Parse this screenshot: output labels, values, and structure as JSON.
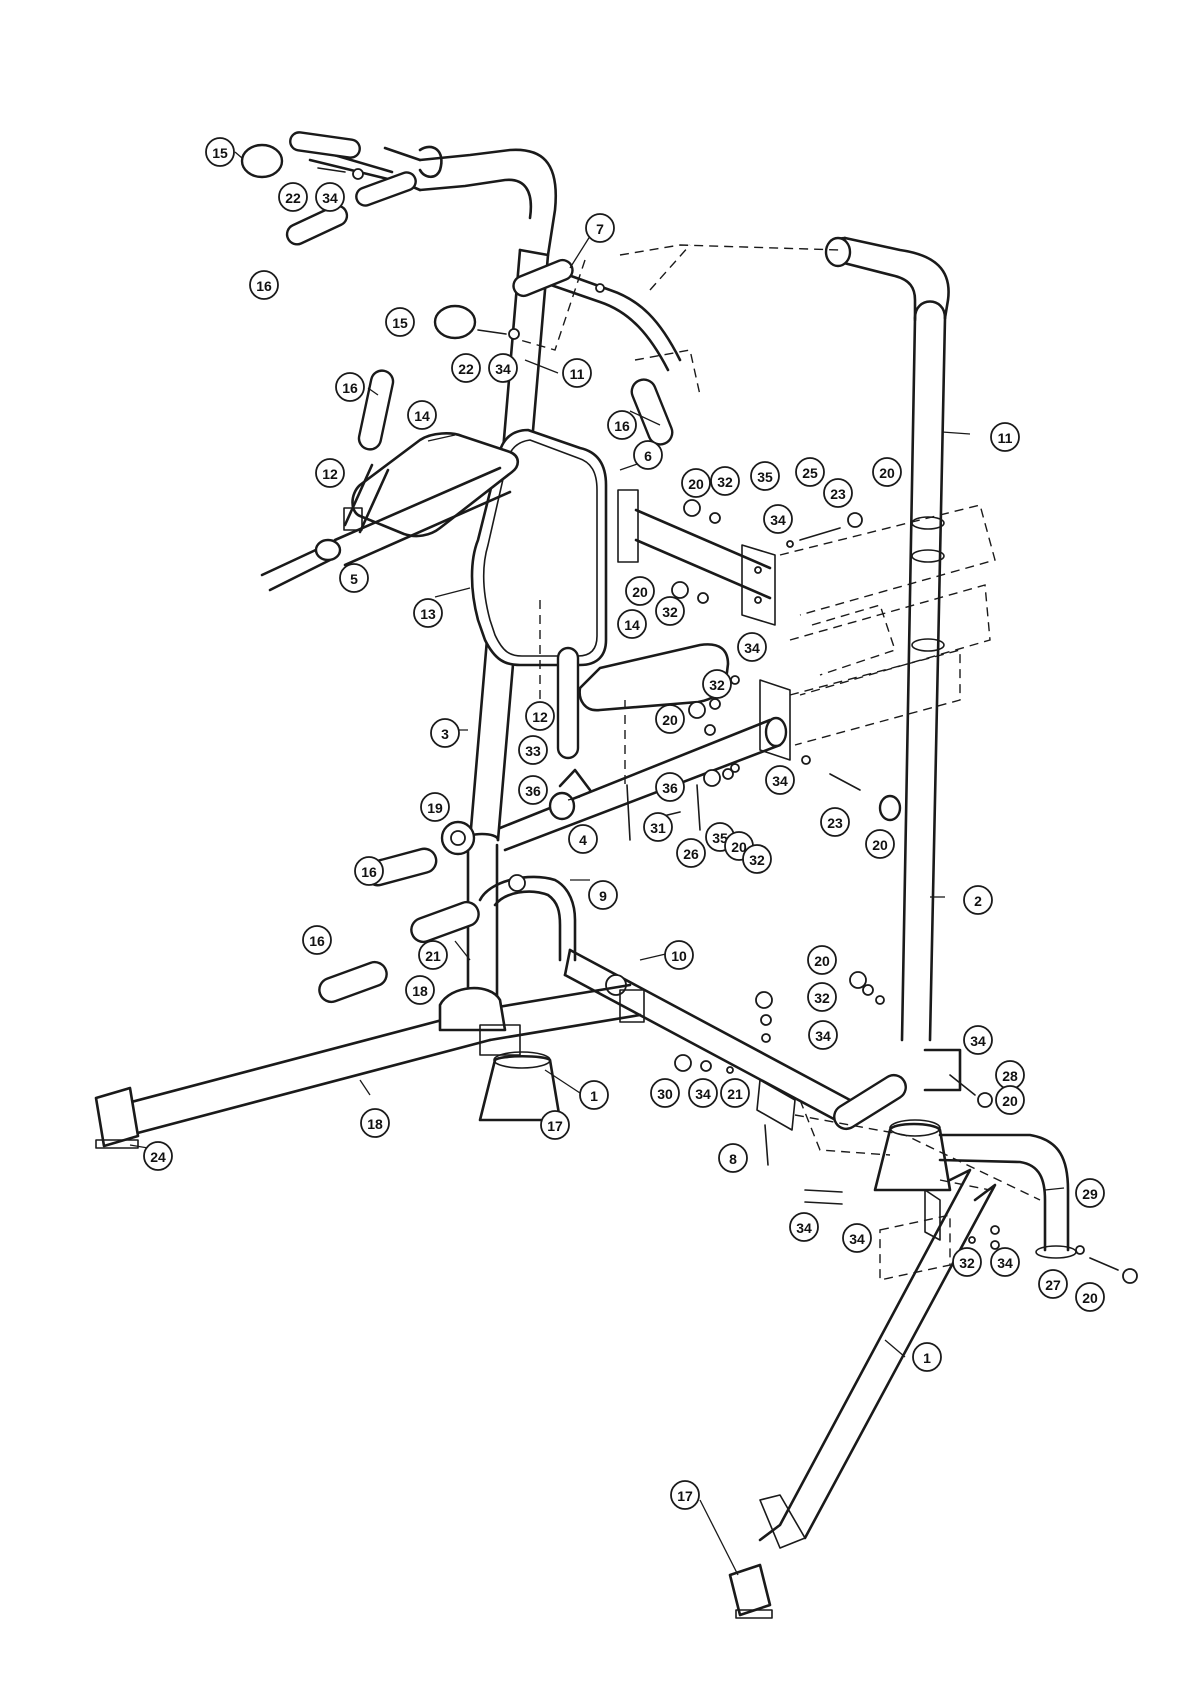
{
  "diagram": {
    "callouts": [
      {
        "label": "15"
      },
      {
        "label": "22"
      },
      {
        "label": "34"
      },
      {
        "label": "16"
      },
      {
        "label": "7"
      },
      {
        "label": "15"
      },
      {
        "label": "22"
      },
      {
        "label": "34"
      },
      {
        "label": "11"
      },
      {
        "label": "16"
      },
      {
        "label": "16"
      },
      {
        "label": "14"
      },
      {
        "label": "12"
      },
      {
        "label": "5"
      },
      {
        "label": "13"
      },
      {
        "label": "6"
      },
      {
        "label": "20"
      },
      {
        "label": "32"
      },
      {
        "label": "35"
      },
      {
        "label": "25"
      },
      {
        "label": "23"
      },
      {
        "label": "20"
      },
      {
        "label": "34"
      },
      {
        "label": "11"
      },
      {
        "label": "20"
      },
      {
        "label": "32"
      },
      {
        "label": "14"
      },
      {
        "label": "34"
      },
      {
        "label": "32"
      },
      {
        "label": "20"
      },
      {
        "label": "3"
      },
      {
        "label": "12"
      },
      {
        "label": "33"
      },
      {
        "label": "36"
      },
      {
        "label": "36"
      },
      {
        "label": "19"
      },
      {
        "label": "31"
      },
      {
        "label": "26"
      },
      {
        "label": "35"
      },
      {
        "label": "20"
      },
      {
        "label": "32"
      },
      {
        "label": "34"
      },
      {
        "label": "23"
      },
      {
        "label": "20"
      },
      {
        "label": "4"
      },
      {
        "label": "16"
      },
      {
        "label": "9"
      },
      {
        "label": "2"
      },
      {
        "label": "16"
      },
      {
        "label": "21"
      },
      {
        "label": "10"
      },
      {
        "label": "20"
      },
      {
        "label": "18"
      },
      {
        "label": "32"
      },
      {
        "label": "34"
      },
      {
        "label": "34"
      },
      {
        "label": "28"
      },
      {
        "label": "20"
      },
      {
        "label": "30"
      },
      {
        "label": "34"
      },
      {
        "label": "21"
      },
      {
        "label": "1"
      },
      {
        "label": "18"
      },
      {
        "label": "17"
      },
      {
        "label": "24"
      },
      {
        "label": "8"
      },
      {
        "label": "29"
      },
      {
        "label": "34"
      },
      {
        "label": "34"
      },
      {
        "label": "32"
      },
      {
        "label": "34"
      },
      {
        "label": "27"
      },
      {
        "label": "20"
      },
      {
        "label": "1"
      },
      {
        "label": "17"
      }
    ]
  }
}
